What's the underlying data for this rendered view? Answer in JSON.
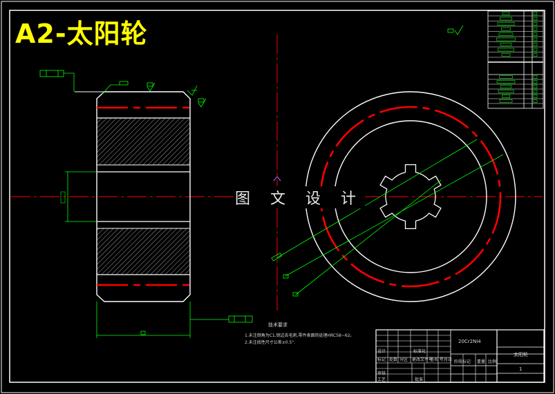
{
  "drawing": {
    "title": "A2-太阳轮",
    "watermark": "图 文 设 计"
  },
  "technical_requirements": {
    "heading": "技术要求",
    "lines": [
      "1.未注倒角为C1,锐边去毛刺,零件表面热处理HRC58~62。",
      "2.未注线性尺寸公差±0.5°."
    ]
  },
  "title_block": {
    "material": "20Cr2Ni4",
    "part_name": "太阳轮",
    "sheet": "1",
    "labels": [
      "标记",
      "处数",
      "分区",
      "更改文件号",
      "签名",
      "年月日",
      "设计",
      "标准化",
      "阶段标记",
      "重量",
      "比例",
      "审核",
      "工艺",
      "批准"
    ]
  },
  "colors": {
    "outline": "#ffffff",
    "centerline": "#ff0000",
    "dimension": "#00ff00",
    "hatch": "#ffffff",
    "title": "#ffff00",
    "background": "#000000"
  }
}
